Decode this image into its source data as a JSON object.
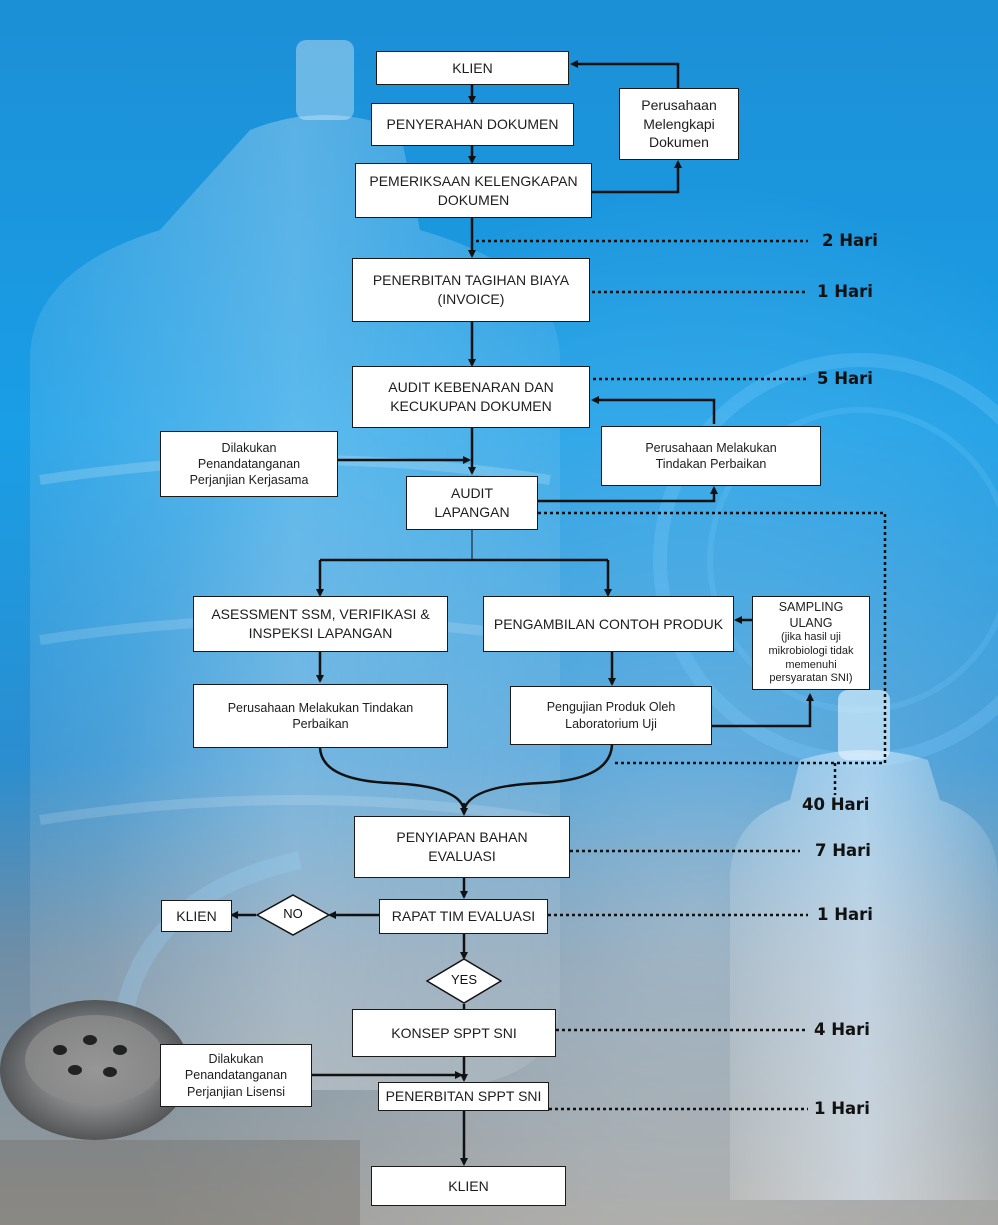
{
  "colors": {
    "background_top": "#1a9ee6",
    "background_bottom": "#9b9a97",
    "box_fill": "#ffffff",
    "line": "#111111"
  },
  "boxes": {
    "klien_top": "KLIEN",
    "penyerahan": "PENYERAHAN DOKUMEN",
    "melengkapi": "Perusahaan\nMelengkapi\nDokumen",
    "pemeriksaan": "PEMERIKSAAN KELENGKAPAN\nDOKUMEN",
    "tagihan": "PENERBITAN TAGIHAN BIAYA\n(INVOICE)",
    "audit_dok": "AUDIT KEBENARAN DAN\nKECUKUPAN DOKUMEN",
    "perbaikan_top": "Perusahaan Melakukan\nTindakan Perbaikan",
    "kerjasama": "Dilakukan\nPenandatanganan\nPerjanjian Kerjasama",
    "audit_lap": "AUDIT\nLAPANGAN",
    "asessment": "ASESSMENT SSM, VERIFIKASI &\nINSPEKSI LAPANGAN",
    "pengambilan": "PENGAMBILAN CONTOH PRODUK",
    "sampling_title": "SAMPLING ULANG",
    "sampling_note": "(jika hasil uji\nmikrobiologi tidak\nmemenuhi\npersyaratan SNI)",
    "perbaikan_mid": "Perusahaan Melakukan Tindakan\nPerbaikan",
    "pengujian": "Pengujian Produk Oleh\nLaboratorium Uji",
    "penyiapan": "PENYIAPAN BAHAN\nEVALUASI",
    "rapat": "RAPAT TIM EVALUASI",
    "klien_left": "KLIEN",
    "no": "NO",
    "yes": "YES",
    "konsep": "KONSEP SPPT SNI",
    "lisensi": "Dilakukan\nPenandatanganan\nPerjanjian Lisensi",
    "penerbitan_sppt": "PENERBITAN SPPT SNI",
    "klien_bottom": "KLIEN"
  },
  "durations": {
    "d1": "2 Hari",
    "d2": "1 Hari",
    "d3": "5 Hari",
    "d4": "40 Hari",
    "d5": "7 Hari",
    "d6": "1 Hari",
    "d7": "4 Hari",
    "d8": "1 Hari"
  }
}
